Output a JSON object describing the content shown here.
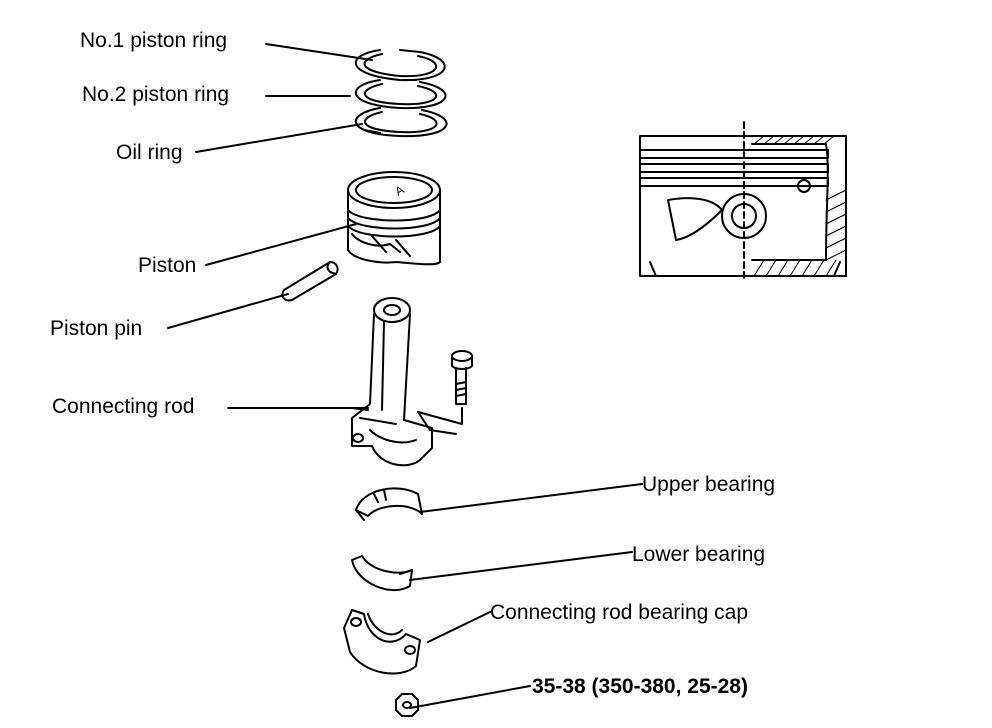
{
  "labels": {
    "no1_piston_ring": "No.1 piston ring",
    "no2_piston_ring": "No.2 piston ring",
    "oil_ring": "Oil ring",
    "piston": "Piston",
    "piston_pin": "Piston pin",
    "connecting_rod": "Connecting rod",
    "upper_bearing": "Upper bearing",
    "lower_bearing": "Lower bearing",
    "connecting_rod_bearing_cap": "Connecting rod bearing cap",
    "torque_spec": "35-38 (350-380, 25-28)"
  },
  "piston_crown_mark": "A"
}
